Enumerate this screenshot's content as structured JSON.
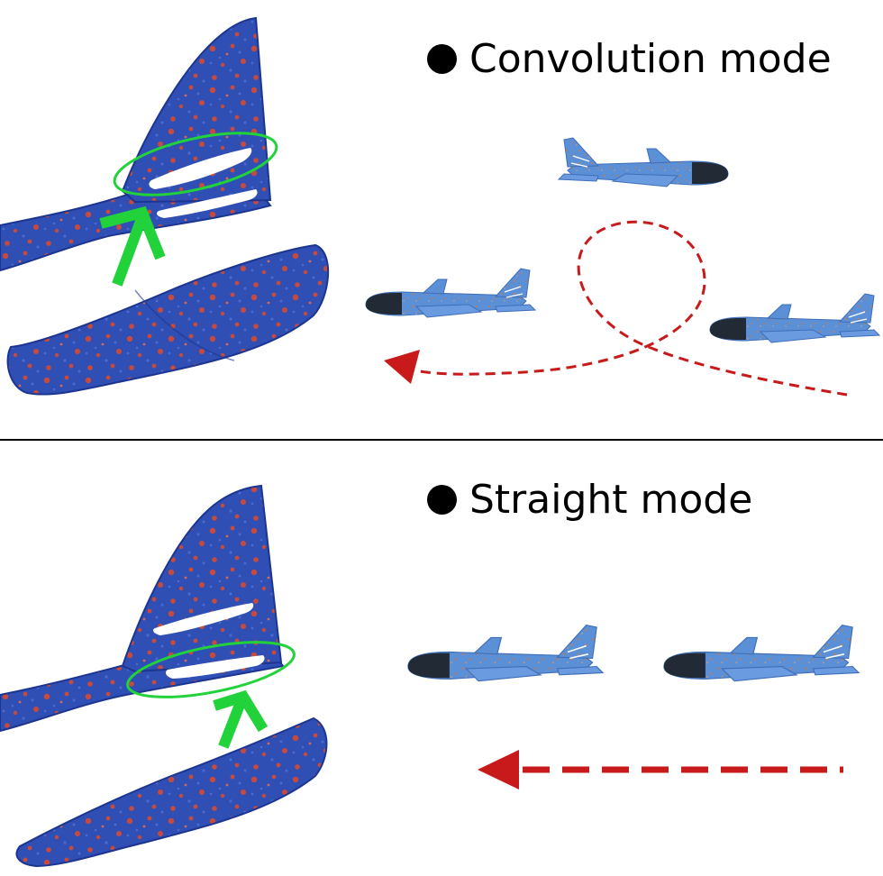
{
  "sections": [
    {
      "label": "Convolution mode",
      "flight_path": "loop"
    },
    {
      "label": "Straight mode",
      "flight_path": "straight"
    }
  ],
  "colors": {
    "foam_blue": "#2f4fb4",
    "foam_dark": "#1c3590",
    "foam_speckle": "#c94a3a",
    "plane_blue": "#5b8fd6",
    "plane_dark": "#3e6fb8",
    "nose_black": "#222a36",
    "highlight_green": "#22d23b",
    "path_red": "#c81a1a"
  },
  "icons": [
    "bullet-icon",
    "arrow-icon"
  ]
}
